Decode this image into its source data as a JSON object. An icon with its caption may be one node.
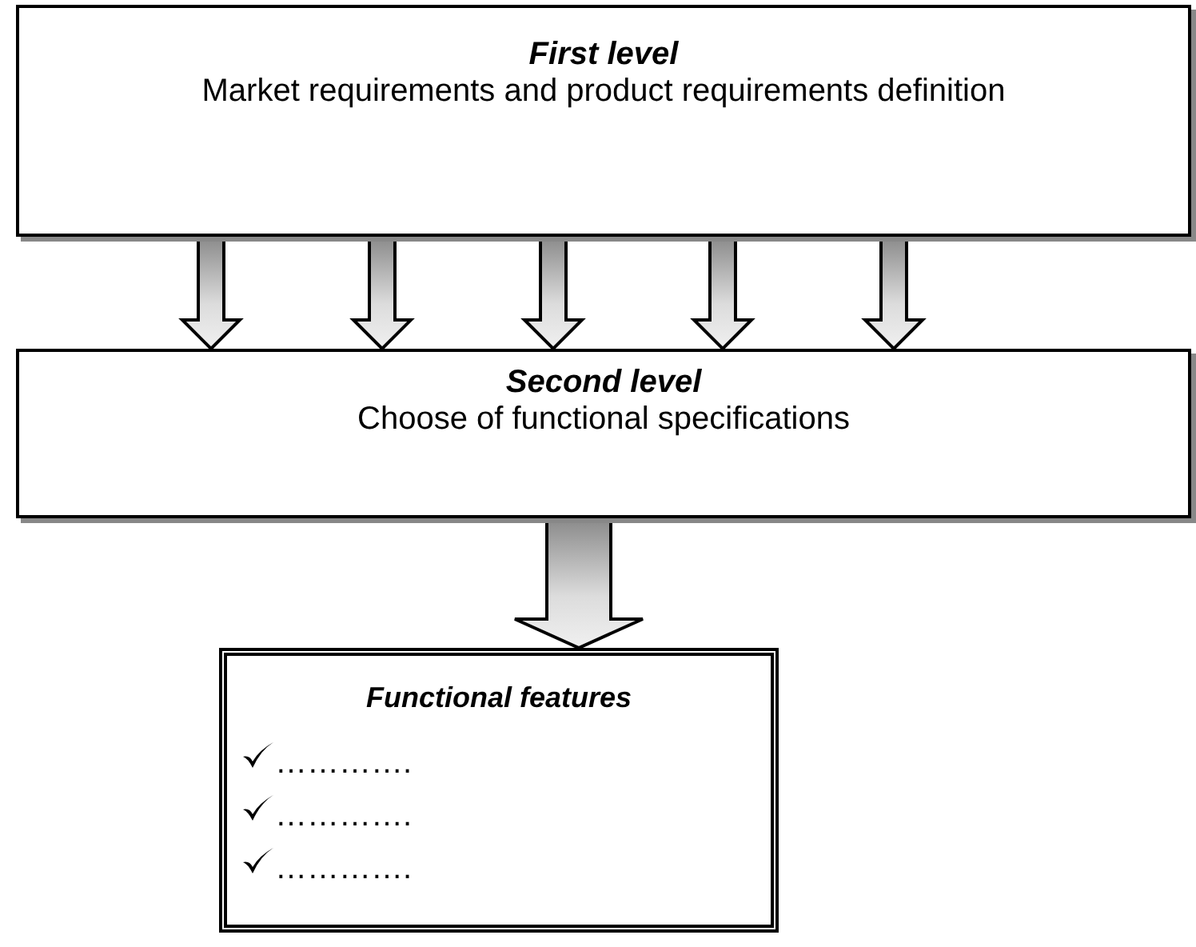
{
  "diagram": {
    "nodes": [
      {
        "text": [
          "First level",
          "Market requirements and product requirements definition"
        ]
      },
      {
        "text": [
          "Second level",
          "Choose of functional specifications"
        ]
      },
      {
        "text": [
          "Functional features",
          "………….",
          "………….",
          "…………."
        ]
      }
    ],
    "edges": [
      {
        "from": 0,
        "to": 1,
        "arrow": "to"
      },
      {
        "from": 0,
        "to": 1,
        "arrow": "to"
      },
      {
        "from": 0,
        "to": 1,
        "arrow": "to"
      },
      {
        "from": 0,
        "to": 1,
        "arrow": "to"
      },
      {
        "from": 0,
        "to": 1,
        "arrow": "to"
      },
      {
        "from": 1,
        "to": 2,
        "arrow": "to"
      }
    ]
  }
}
